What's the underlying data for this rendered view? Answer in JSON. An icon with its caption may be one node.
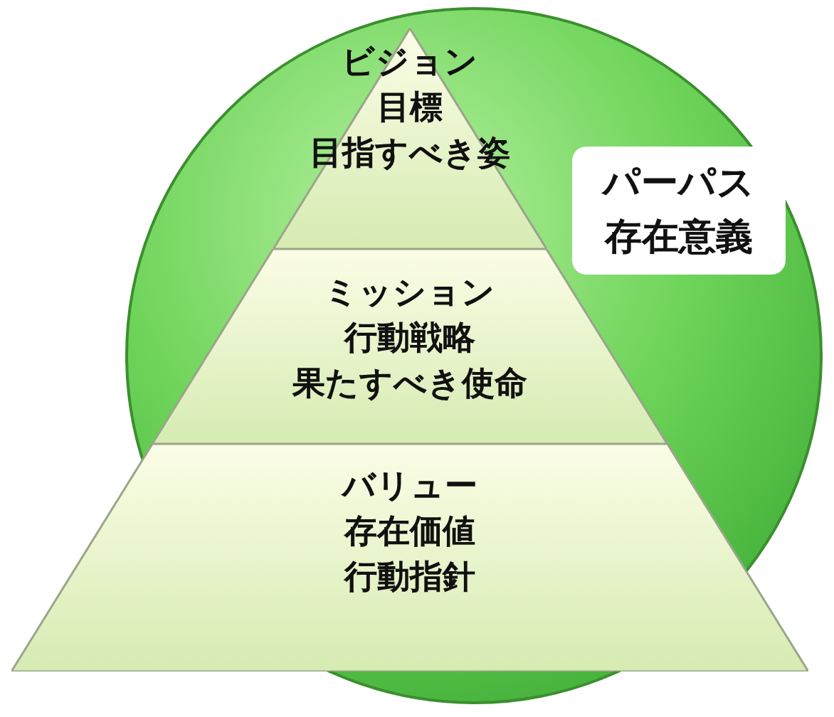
{
  "diagram": {
    "nodes": [
      {
        "text": [
          "パーパス",
          "存在意義"
        ]
      },
      {
        "text": [
          "ビジョン",
          "目標",
          "目指すべき姿"
        ],
        "in": 0
      },
      {
        "text": [
          "ミッション",
          "行動戦略",
          "果たすべき使命"
        ],
        "in": 0
      },
      {
        "text": [
          "バリュー",
          "存在価値",
          "行動指針"
        ]
      }
    ]
  }
}
